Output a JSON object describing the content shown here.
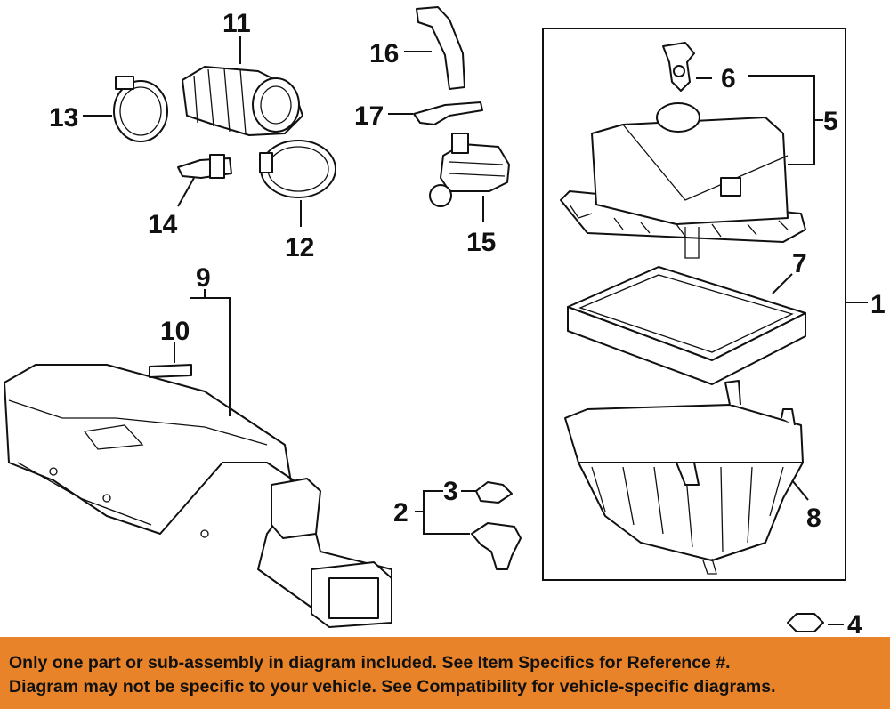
{
  "callouts": [
    "1",
    "2",
    "3",
    "4",
    "5",
    "6",
    "7",
    "8",
    "9",
    "10",
    "11",
    "12",
    "13",
    "14",
    "15",
    "16",
    "17"
  ],
  "banner": {
    "line1": "Only one part or sub-assembly in diagram included. See Item Specifics for Reference #.",
    "line2": "Diagram may not be specific to your vehicle. See Compatibility for vehicle-specific diagrams."
  },
  "colors": {
    "banner_bg": "#e8832a",
    "ink": "#111111",
    "paper": "#ffffff"
  }
}
